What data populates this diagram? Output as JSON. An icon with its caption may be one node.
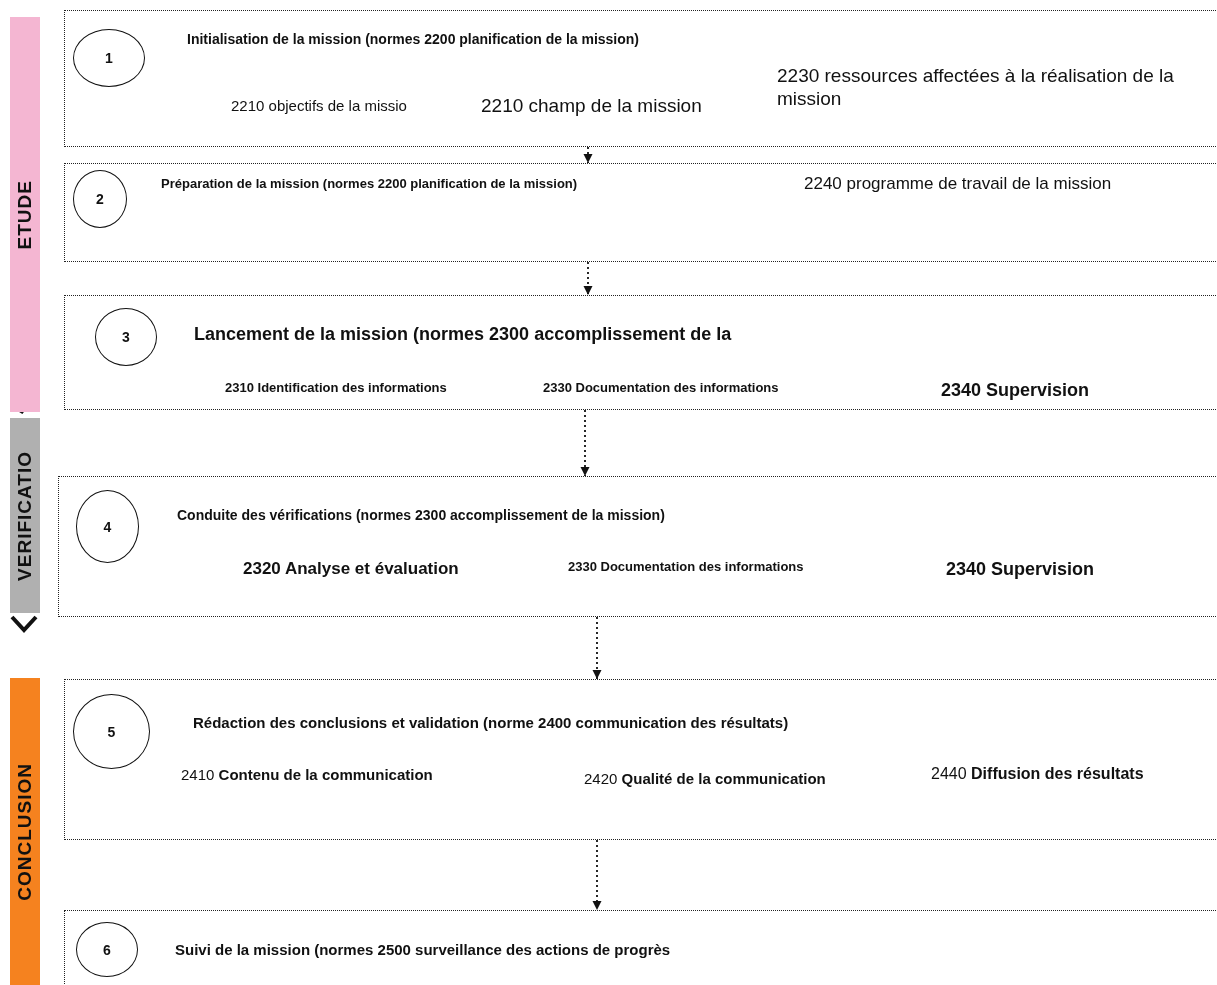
{
  "diagram": {
    "nodes": [
      {
        "text": [
          "ETUDE"
        ]
      },
      {
        "text": [
          "VERIFICATIO"
        ]
      },
      {
        "text": [
          "CONCLUSION"
        ]
      },
      {
        "text": [
          "Initialisation de la mission (normes  2200 planification de la mission)",
          "2210 objectifs de la missio",
          "2210 champ de la mission",
          "2230 ressources affectées à la réalisation de la  mission"
        ]
      },
      {
        "text": [
          "1"
        ],
        "in": 3
      },
      {
        "text": [
          "Préparation de la mission (normes  2200 planification de la mission)",
          "2240 programme de travail de la mission"
        ]
      },
      {
        "text": [
          "2"
        ],
        "in": 5
      },
      {
        "text": [
          "Lancement de la mission (normes 2300 accomplissement de la",
          "2310 Identification des informations",
          "2330 Documentation des informations",
          "2340 Supervision"
        ]
      },
      {
        "text": [
          "3"
        ],
        "in": 7
      },
      {
        "text": [
          "Conduite des vérifications (normes 2300 accomplissement de la mission)",
          "2320 Analyse et évaluation",
          "2330 Documentation  des informations",
          "2340 Supervision"
        ]
      },
      {
        "text": [
          "4"
        ],
        "in": 9
      },
      {
        "text": [
          "Rédaction des conclusions et validation (norme 2400 communication des résultats)",
          "2410 **Contenu de la communication**",
          "2420 **Qualité de la communication**",
          "2440 **Diffusion des résultats**"
        ]
      },
      {
        "text": [
          "5"
        ],
        "in": 11
      },
      {
        "text": [
          "Suivi de la mission (normes 2500 surveillance des actions de progrès"
        ]
      },
      {
        "text": [
          "6"
        ],
        "in": 13
      }
    ],
    "edges": [
      {
        "from": 3,
        "to": 5,
        "arrow": "to",
        "style": "dashed"
      },
      {
        "from": 5,
        "to": 7,
        "arrow": "to",
        "style": "dashed"
      },
      {
        "from": 7,
        "to": 9,
        "arrow": "to",
        "style": "dashed"
      },
      {
        "from": 9,
        "to": 11,
        "arrow": "to",
        "style": "dashed"
      },
      {
        "from": 11,
        "to": 13,
        "arrow": "to",
        "style": "dashed"
      }
    ]
  }
}
